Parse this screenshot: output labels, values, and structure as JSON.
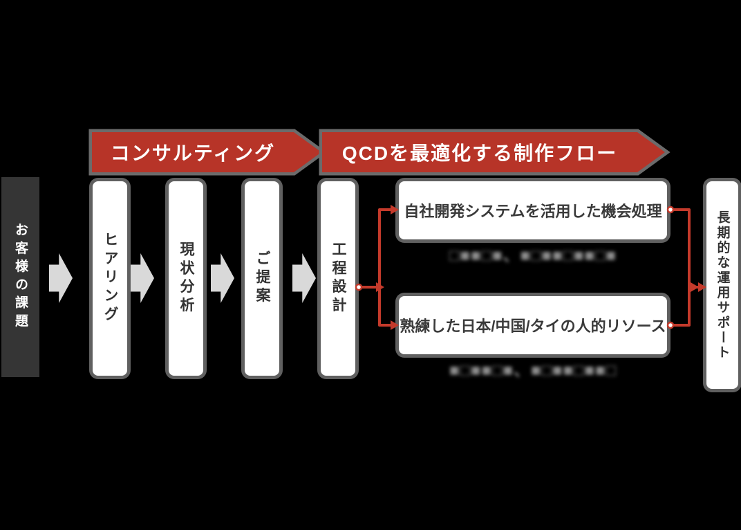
{
  "diagram": {
    "customer_box": {
      "label": "お客様の課題"
    },
    "phase_banners": [
      {
        "label": "コンサルティング"
      },
      {
        "label": "QCDを最適化する制作フロー"
      }
    ],
    "consulting_steps": [
      {
        "label": "ヒアリング"
      },
      {
        "label": "現状分析"
      },
      {
        "label": "ご提案"
      },
      {
        "label": "工程設計"
      }
    ],
    "production_resources": [
      {
        "label": "自社開発システムを活用した機会処理",
        "caption_blurred": "□■■□■、■□■■□■■□■",
        "caption_legible": false
      },
      {
        "label": "熟練した日本/中国/タイの人的リソース",
        "caption_blurred": "■□■■□■、■□■■□■■□",
        "caption_legible": false
      }
    ],
    "outcome_box": {
      "label": "長期的な運用サポート"
    },
    "colors": {
      "banner_red": "#b73428",
      "connector_red": "#c43a2b",
      "dark_box": "#353535",
      "box_halo_gray": "#606060",
      "flow_arrow_gray": "#d9d9d9",
      "box_text": "#3a3a3a",
      "caption_gray": "#8e8e8e",
      "background": "#000000"
    }
  }
}
